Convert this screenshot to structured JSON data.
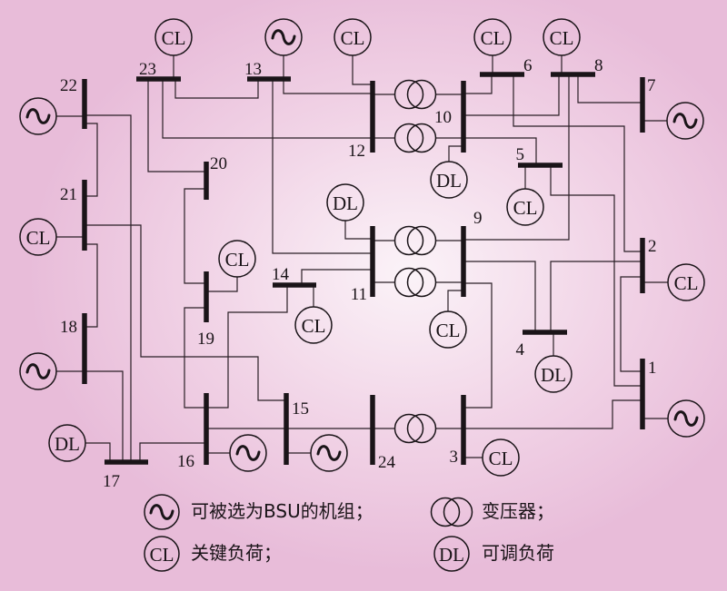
{
  "diagram": {
    "title": "",
    "background_colors": {
      "edge": "#e8bcd9",
      "center": "#fbf3f8"
    },
    "line_color": "#1a1418",
    "buses": [
      {
        "id": "1",
        "label": "1"
      },
      {
        "id": "2",
        "label": "2"
      },
      {
        "id": "3",
        "label": "3"
      },
      {
        "id": "4",
        "label": "4"
      },
      {
        "id": "5",
        "label": "5"
      },
      {
        "id": "6",
        "label": "6"
      },
      {
        "id": "7",
        "label": "7"
      },
      {
        "id": "8",
        "label": "8"
      },
      {
        "id": "9",
        "label": "9"
      },
      {
        "id": "10",
        "label": "10"
      },
      {
        "id": "11",
        "label": "11"
      },
      {
        "id": "12",
        "label": "12"
      },
      {
        "id": "13",
        "label": "13"
      },
      {
        "id": "14",
        "label": "14"
      },
      {
        "id": "15",
        "label": "15"
      },
      {
        "id": "16",
        "label": "16"
      },
      {
        "id": "17",
        "label": "17"
      },
      {
        "id": "18",
        "label": "18"
      },
      {
        "id": "19",
        "label": "19"
      },
      {
        "id": "20",
        "label": "20"
      },
      {
        "id": "21",
        "label": "21"
      },
      {
        "id": "22",
        "label": "22"
      },
      {
        "id": "23",
        "label": "23"
      },
      {
        "id": "24",
        "label": "24"
      }
    ],
    "attachments": [
      {
        "bus": "23",
        "type": "CL",
        "text": "CL"
      },
      {
        "bus": "13",
        "type": "generator",
        "text": ""
      },
      {
        "bus": "12",
        "type": "CL",
        "text": "CL"
      },
      {
        "bus": "6",
        "type": "CL",
        "text": "CL"
      },
      {
        "bus": "8",
        "type": "CL",
        "text": "CL"
      },
      {
        "bus": "7",
        "type": "generator",
        "text": ""
      },
      {
        "bus": "22",
        "type": "generator",
        "text": ""
      },
      {
        "bus": "21",
        "type": "CL",
        "text": "CL"
      },
      {
        "bus": "18",
        "type": "generator",
        "text": ""
      },
      {
        "bus": "17",
        "type": "DL",
        "text": "DL"
      },
      {
        "bus": "16",
        "type": "generator",
        "text": ""
      },
      {
        "bus": "15",
        "type": "generator",
        "text": ""
      },
      {
        "bus": "19",
        "type": "CL",
        "text": "CL"
      },
      {
        "bus": "14",
        "type": "CL",
        "text": "CL"
      },
      {
        "bus": "11",
        "type": "DL",
        "text": "DL"
      },
      {
        "bus": "10",
        "type": "DL",
        "text": "DL"
      },
      {
        "bus": "5",
        "type": "CL",
        "text": "CL"
      },
      {
        "bus": "9",
        "type": "CL",
        "text": "CL"
      },
      {
        "bus": "4",
        "type": "DL",
        "text": "DL"
      },
      {
        "bus": "2",
        "type": "CL",
        "text": "CL"
      },
      {
        "bus": "1",
        "type": "generator",
        "text": ""
      },
      {
        "bus": "3",
        "type": "CL",
        "text": "CL"
      }
    ],
    "transformers": [
      {
        "from": "12",
        "to": "10"
      },
      {
        "from": "12",
        "to": "10"
      },
      {
        "from": "11",
        "to": "9"
      },
      {
        "from": "11",
        "to": "9"
      },
      {
        "from": "24",
        "to": "3"
      }
    ],
    "branches": [
      {
        "from": "23",
        "to": "13"
      },
      {
        "from": "23",
        "to": "12"
      },
      {
        "from": "23",
        "to": "20"
      },
      {
        "from": "13",
        "to": "12"
      },
      {
        "from": "13",
        "to": "11"
      },
      {
        "from": "22",
        "to": "21"
      },
      {
        "from": "22",
        "to": "17"
      },
      {
        "from": "21",
        "to": "18"
      },
      {
        "from": "21",
        "to": "15"
      },
      {
        "from": "18",
        "to": "17"
      },
      {
        "from": "17",
        "to": "16"
      },
      {
        "from": "20",
        "to": "19"
      },
      {
        "from": "19",
        "to": "16"
      },
      {
        "from": "16",
        "to": "14"
      },
      {
        "from": "16",
        "to": "15"
      },
      {
        "from": "15",
        "to": "24"
      },
      {
        "from": "14",
        "to": "11"
      },
      {
        "from": "10",
        "to": "6"
      },
      {
        "from": "10",
        "to": "8"
      },
      {
        "from": "10",
        "to": "5"
      },
      {
        "from": "6",
        "to": "2"
      },
      {
        "from": "8",
        "to": "7"
      },
      {
        "from": "8",
        "to": "9"
      },
      {
        "from": "5",
        "to": "1"
      },
      {
        "from": "9",
        "to": "4"
      },
      {
        "from": "9",
        "to": "3"
      },
      {
        "from": "4",
        "to": "2"
      },
      {
        "from": "2",
        "to": "1"
      },
      {
        "from": "3",
        "to": "1"
      }
    ]
  },
  "legend": {
    "items": [
      {
        "symbol": "generator",
        "symbol_text": "",
        "label": "可被选为BSU的机组；"
      },
      {
        "symbol": "transformer",
        "symbol_text": "",
        "label": "变压器；"
      },
      {
        "symbol": "CL",
        "symbol_text": "CL",
        "label": "关键负荷；"
      },
      {
        "symbol": "DL",
        "symbol_text": "DL",
        "label": "可调负荷"
      }
    ]
  }
}
